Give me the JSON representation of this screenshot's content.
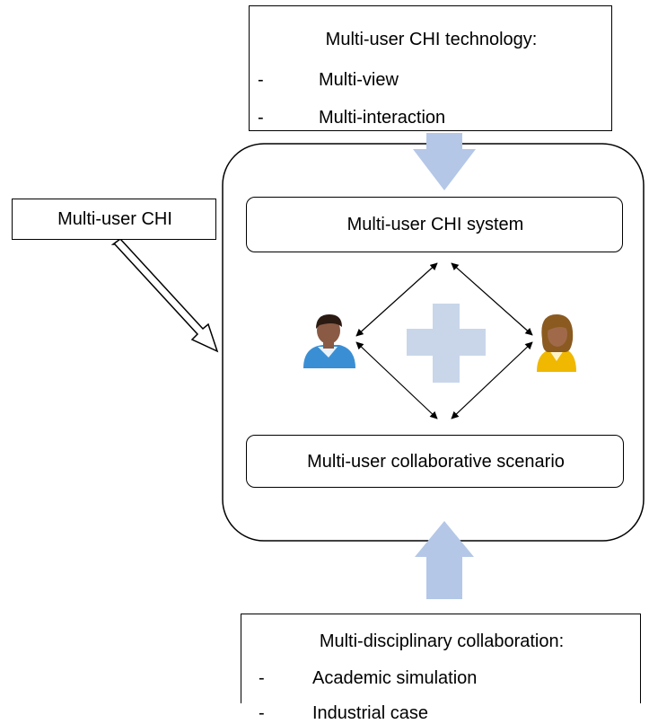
{
  "top_box": {
    "title": "Multi-user CHI technology:",
    "items": [
      {
        "bullet": "-",
        "label": "Multi-view"
      },
      {
        "bullet": "-",
        "label": "Multi-interaction"
      }
    ]
  },
  "left_label": "Multi-user CHI",
  "system_box": "Multi-user CHI system",
  "scenario_box": "Multi-user collaborative scenario",
  "bottom_box": {
    "title": "Multi-disciplinary collaboration:",
    "items": [
      {
        "bullet": "-",
        "label": "Academic simulation"
      },
      {
        "bullet": "-",
        "label": "Industrial case"
      }
    ]
  },
  "colors": {
    "block_arrow": "#b4c7e7",
    "plus": "#c9d6ea",
    "line": "#000000",
    "male_shirt": "#3a8fd4",
    "female_shirt": "#f0b800",
    "skin": "#8a5a44",
    "hair_male": "#2a1a12",
    "hair_female": "#8a5a20"
  },
  "icons": [
    "male-user-icon",
    "female-user-icon",
    "plus-icon"
  ]
}
